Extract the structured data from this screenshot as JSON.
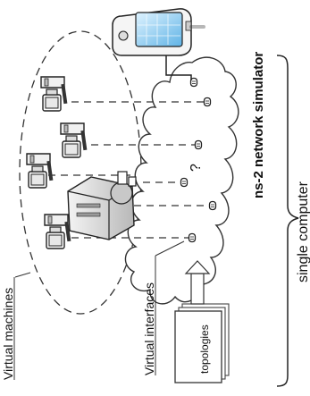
{
  "labels": {
    "virtual_machines": "Virtual machines",
    "virtual_interfaces": "Virtual interfaces",
    "topologies": "topologies",
    "simulator": "ns-2 network simulator",
    "single_computer": "single computer",
    "unknown_mark": "?"
  },
  "colors": {
    "line": "#222222",
    "screen": "#7fc6ee",
    "machine_grey": "#9a9a9a"
  }
}
